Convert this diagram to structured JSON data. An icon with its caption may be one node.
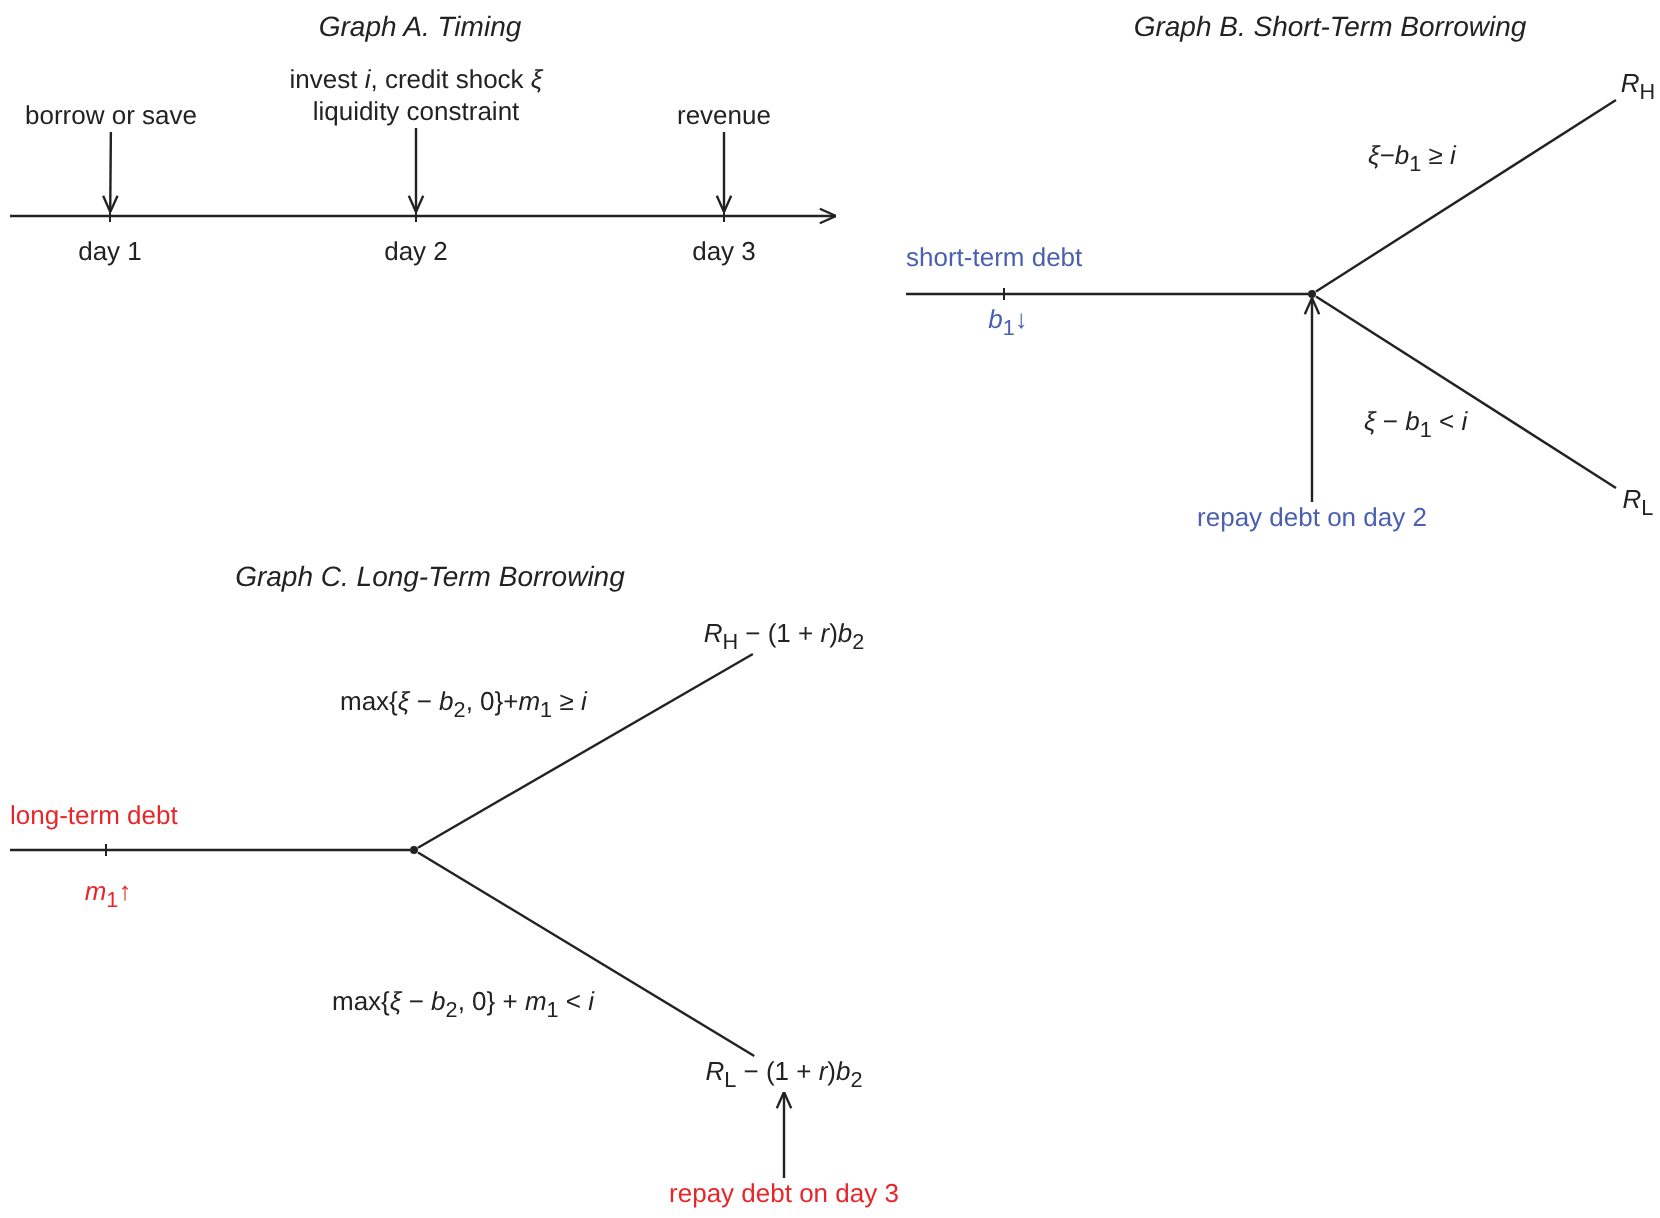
{
  "diagram": {
    "nodes": [
      {
        "text": [
          "borrow or save"
        ]
      },
      {
        "text": [
          "invest *i*, credit shock *ξ* liquidity constraint"
        ]
      },
      {
        "text": [
          "revenue"
        ]
      },
      {
        "text": [
          "day 1"
        ]
      },
      {
        "text": [
          "day 2"
        ]
      },
      {
        "text": [
          "day 3"
        ]
      },
      {
        "text": [],
        "shape": "dot"
      },
      {
        "text": [
          "*R*$_{H}$"
        ]
      },
      {
        "text": [
          "*R*$_{L}$"
        ]
      },
      {
        "text": [
          "repay debt on day 2"
        ]
      },
      {
        "text": [],
        "shape": "dot"
      },
      {
        "text": [
          "*R*$_{H}$ − (1 + *r*)*b*$_{2}$"
        ]
      },
      {
        "text": [
          "*R*$_{L}$ − (1 + *r*)*b*$_{2}$"
        ]
      },
      {
        "text": [
          "repay debt on day 3"
        ]
      }
    ],
    "edges": [
      {
        "from": 0,
        "to": 3,
        "arrow": "to"
      },
      {
        "from": 1,
        "to": 4,
        "arrow": "to"
      },
      {
        "from": 2,
        "to": 5,
        "arrow": "to"
      },
      {
        "from": null,
        "to": 6,
        "arrow": "none",
        "label": "short-term debt"
      },
      {
        "from": 6,
        "to": 7,
        "arrow": "none",
        "label": "*ξ*−*b*$_{1}$ ≥ *i*"
      },
      {
        "from": 6,
        "to": 8,
        "arrow": "none",
        "label": "*ξ* − *b*$_{1}$ < *i*"
      },
      {
        "from": 9,
        "to": 6,
        "arrow": "to"
      },
      {
        "from": null,
        "to": 10,
        "arrow": "none",
        "label": "long-term debt"
      },
      {
        "from": 10,
        "to": 11,
        "arrow": "none",
        "label": "max{*ξ* − *b*$_{2}$, 0}+*m*$_{1}$ ≥ *i*"
      },
      {
        "from": 10,
        "to": 12,
        "arrow": "none",
        "label": "max{*ξ* − *b*$_{2}$, 0} + *m*$_{1}$ < *i*"
      },
      {
        "from": 13,
        "to": 12,
        "arrow": "to"
      }
    ],
    "labels": [
      "Graph A. Timing",
      "Graph B. Short-Term Borrowing",
      "*b*$_{1}$↓",
      "Graph C. Long-Term Borrowing",
      "*m*$_{1}$↑"
    ]
  }
}
